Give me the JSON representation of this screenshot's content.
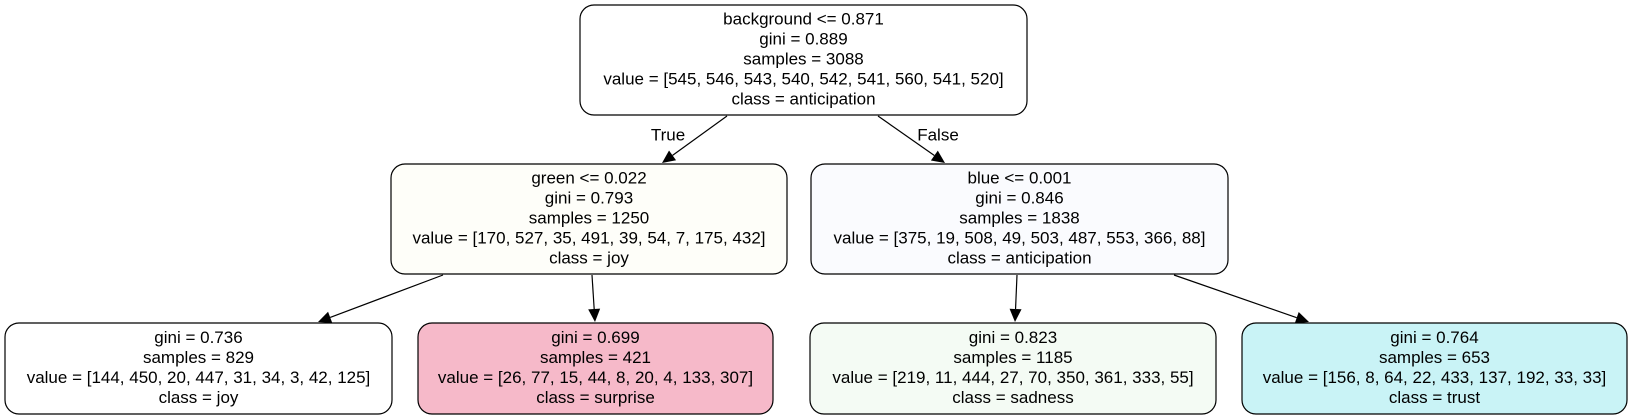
{
  "nodes": [
    {
      "id": "root",
      "fill": "#ffffff",
      "lines": [
        "background <= 0.871",
        "gini = 0.889",
        "samples = 3088",
        "value = [545, 546, 543, 540, 542, 541, 560, 541, 520]",
        "class = anticipation"
      ]
    },
    {
      "id": "left",
      "fill": "#fefef9",
      "lines": [
        "green <= 0.022",
        "gini = 0.793",
        "samples = 1250",
        "value = [170, 527, 35, 491, 39, 54, 7, 175, 432]",
        "class = joy"
      ]
    },
    {
      "id": "right",
      "fill": "#fafbfe",
      "lines": [
        "blue <= 0.001",
        "gini = 0.846",
        "samples = 1838",
        "value = [375, 19, 508, 49, 503, 487, 553, 366, 88]",
        "class = anticipation"
      ]
    },
    {
      "id": "leaf1",
      "fill": "#ffffff",
      "lines": [
        "gini = 0.736",
        "samples = 829",
        "value = [144, 450, 20, 447, 31, 34, 3, 42, 125]",
        "class = joy"
      ]
    },
    {
      "id": "leaf2",
      "fill": "#f6b9c9",
      "lines": [
        "gini = 0.699",
        "samples = 421",
        "value = [26, 77, 15, 44, 8, 20, 4, 133, 307]",
        "class = surprise"
      ]
    },
    {
      "id": "leaf3",
      "fill": "#f4fbf4",
      "lines": [
        "gini = 0.823",
        "samples = 1185",
        "value = [219, 11, 444, 27, 70, 350, 361, 333, 55]",
        "class = sadness"
      ]
    },
    {
      "id": "leaf4",
      "fill": "#c9f3f6",
      "lines": [
        "gini = 0.764",
        "samples = 653",
        "value = [156, 8, 64, 22, 433, 137, 192, 33, 33]",
        "class = trust"
      ]
    }
  ],
  "edges": [
    {
      "from": "root",
      "to": "left",
      "label": "True"
    },
    {
      "from": "root",
      "to": "right",
      "label": "False"
    },
    {
      "from": "left",
      "to": "leaf1",
      "label": ""
    },
    {
      "from": "left",
      "to": "leaf2",
      "label": ""
    },
    {
      "from": "right",
      "to": "leaf3",
      "label": ""
    },
    {
      "from": "right",
      "to": "leaf4",
      "label": ""
    }
  ]
}
